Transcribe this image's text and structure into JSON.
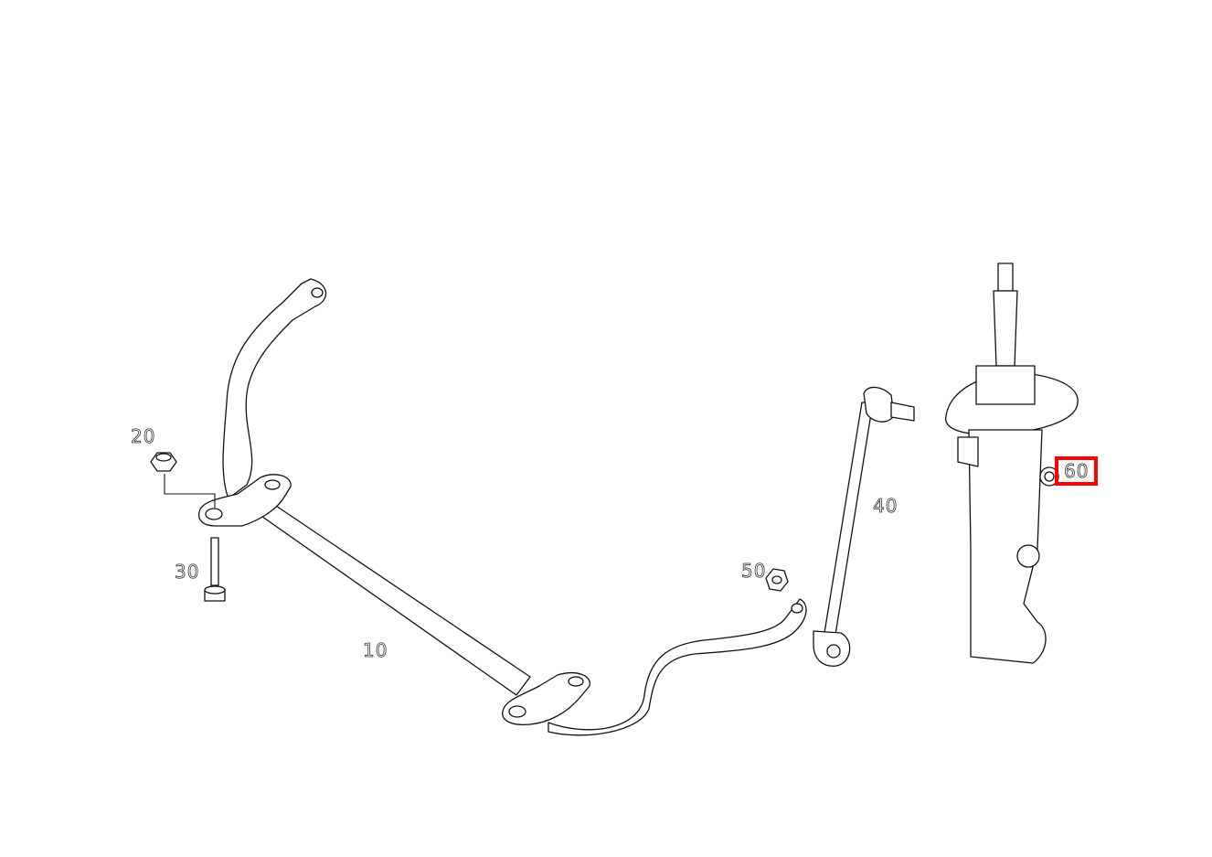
{
  "diagram": {
    "labels": [
      {
        "id": "10",
        "text": "10",
        "part": "stabilizer-bar"
      },
      {
        "id": "20",
        "text": "20",
        "part": "nut"
      },
      {
        "id": "30",
        "text": "30",
        "part": "bolt"
      },
      {
        "id": "40",
        "text": "40",
        "part": "link-rod"
      },
      {
        "id": "50",
        "text": "50",
        "part": "nut"
      },
      {
        "id": "60",
        "text": "60",
        "part": "nut",
        "highlighted": true
      }
    ],
    "highlight_color": "#ff0000"
  }
}
